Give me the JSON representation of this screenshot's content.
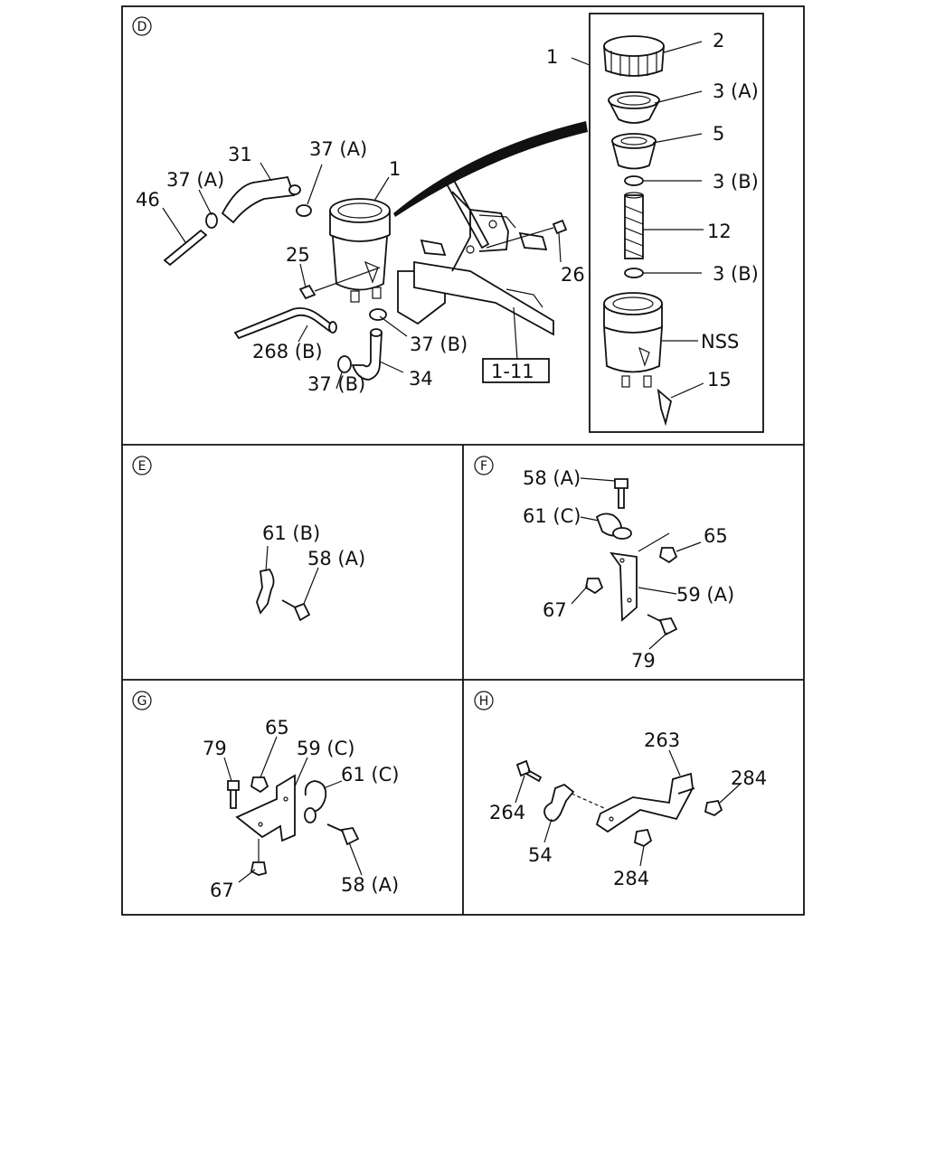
{
  "sections": {
    "D": {
      "marker": "D",
      "labels": {
        "l_1": "1",
        "l_2": "2",
        "l_3a": "3 (A)",
        "l_5": "5",
        "l_3b1": "3 (B)",
        "l_12": "12",
        "l_3b2": "3 (B)",
        "l_nss": "NSS",
        "l_15": "15",
        "l_1b": "1",
        "l_31": "31",
        "l_37a1": "37 (A)",
        "l_37a2": "37 (A)",
        "l_46": "46",
        "l_25": "25",
        "l_26": "26",
        "l_268b": "268 (B)",
        "l_37b1": "37 (B)",
        "l_37b2": "37 (B)",
        "l_34": "34",
        "l_ref": "1-11"
      }
    },
    "E": {
      "marker": "E",
      "labels": {
        "l_61b": "61 (B)",
        "l_58a": "58 (A)"
      }
    },
    "F": {
      "marker": "F",
      "labels": {
        "l_58a": "58 (A)",
        "l_61c": "61 (C)",
        "l_65": "65",
        "l_59a": "59 (A)",
        "l_67": "67",
        "l_79": "79"
      }
    },
    "G": {
      "marker": "G",
      "labels": {
        "l_65": "65",
        "l_79": "79",
        "l_59c": "59 (C)",
        "l_61c": "61 (C)",
        "l_67": "67",
        "l_58a": "58 (A)"
      }
    },
    "H": {
      "marker": "H",
      "labels": {
        "l_263": "263",
        "l_284a": "284",
        "l_264": "264",
        "l_54": "54",
        "l_284b": "284"
      }
    }
  }
}
